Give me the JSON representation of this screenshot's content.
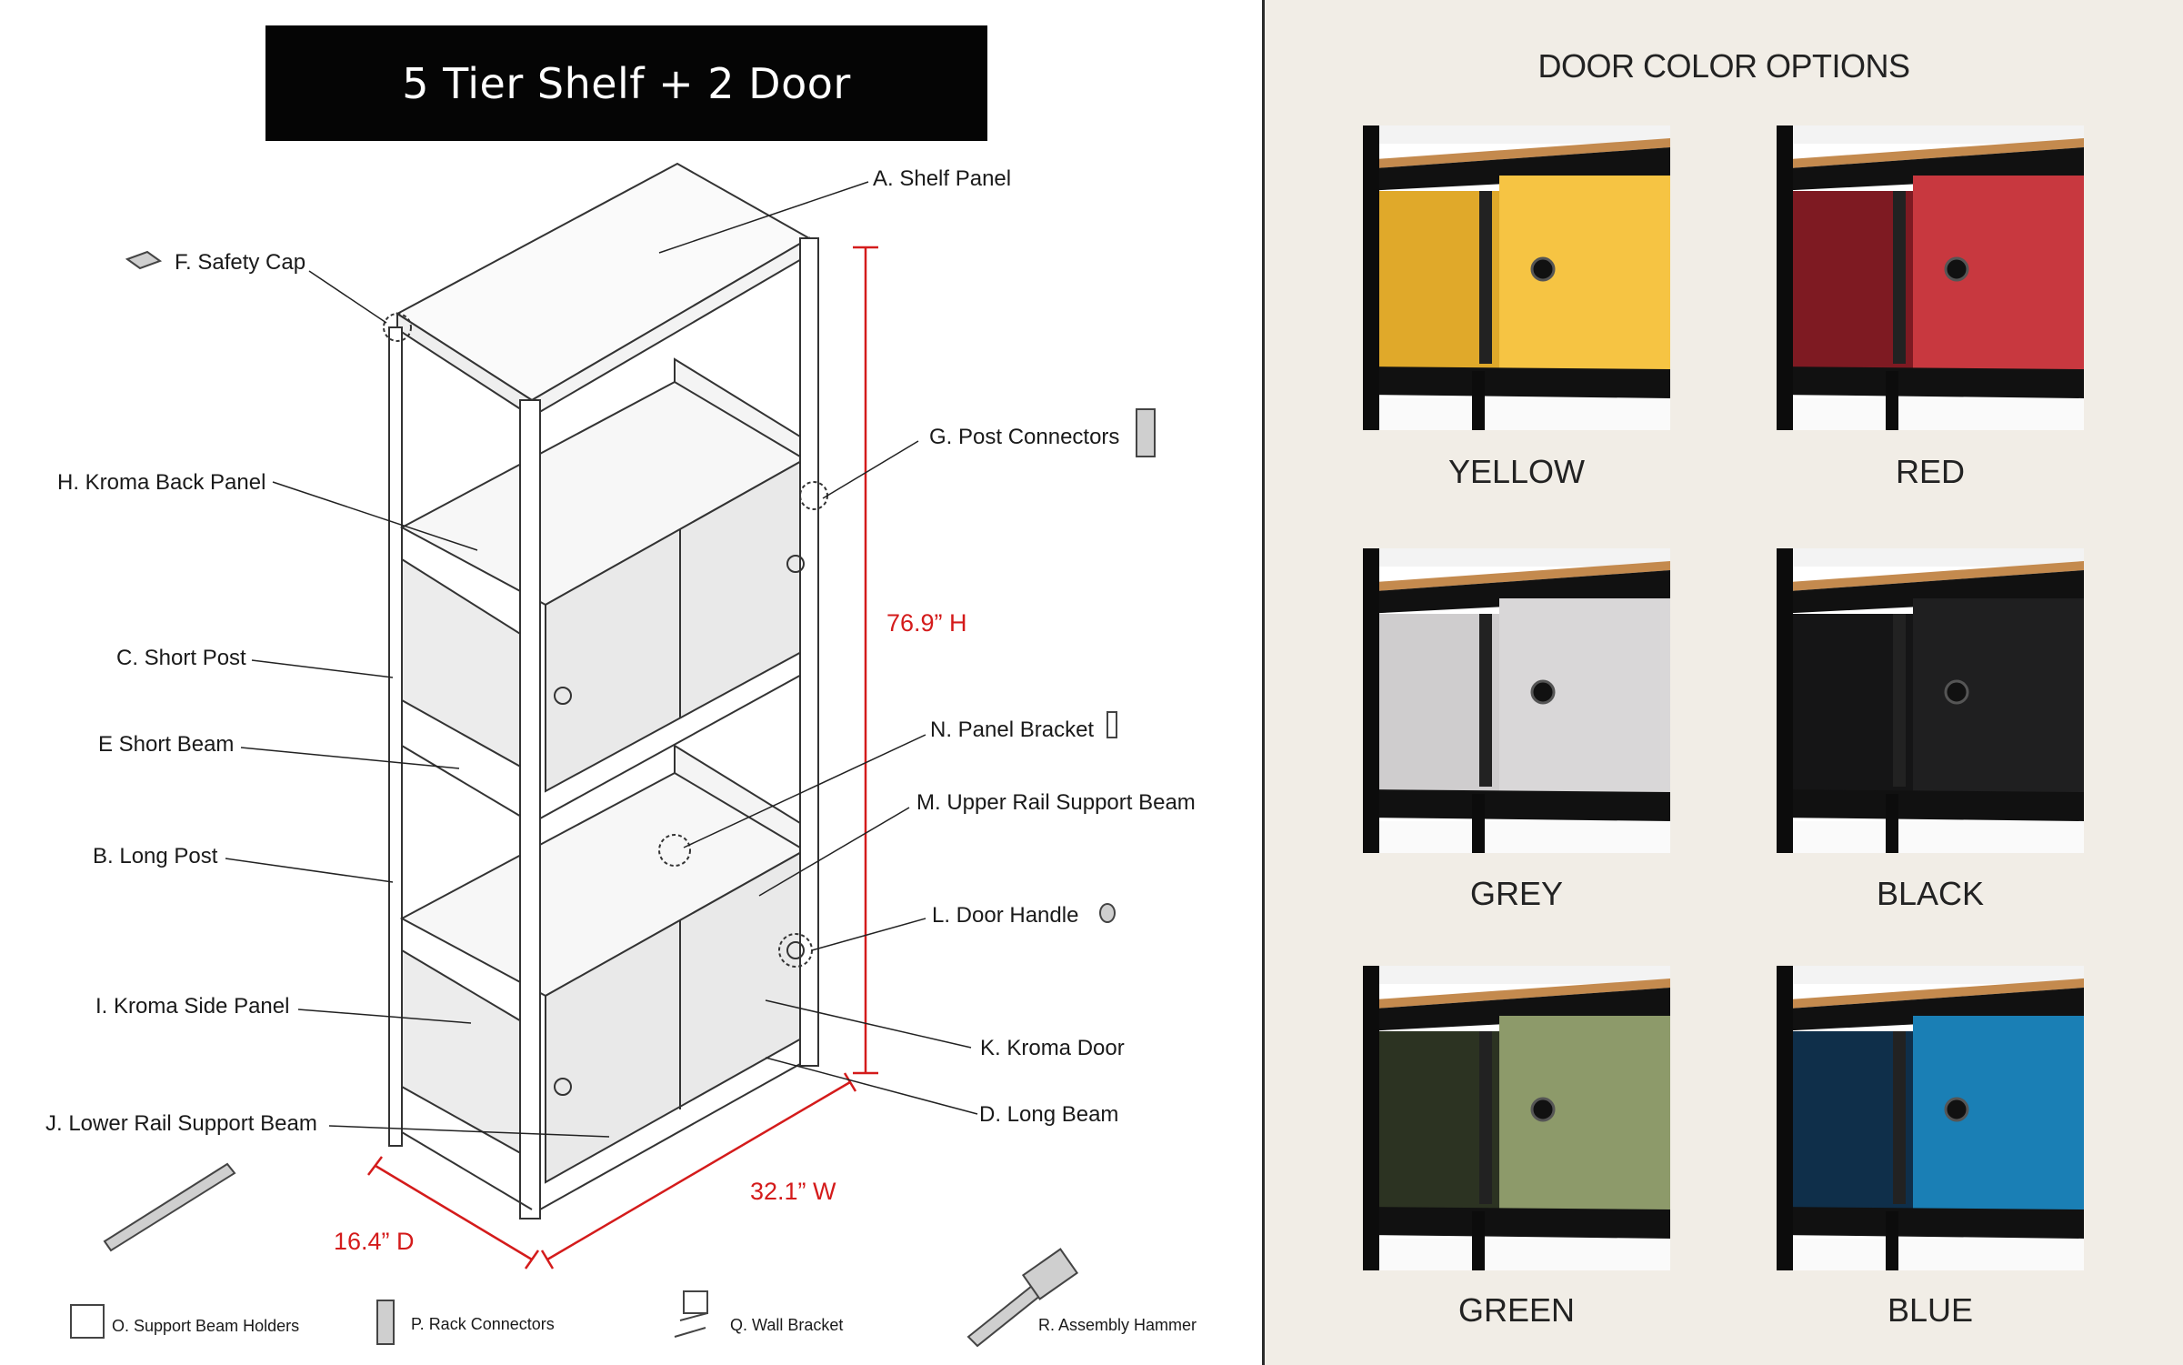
{
  "title": "5 Tier Shelf + 2 Door",
  "parts": {
    "a": "A. Shelf Panel",
    "f": "F. Safety Cap",
    "g": "G. Post Connectors",
    "h": "H. Kroma Back Panel",
    "c": "C. Short Post",
    "e": "E Short Beam",
    "n": "N. Panel Bracket",
    "m": "M. Upper Rail Support Beam",
    "b": "B. Long Post",
    "l": "L. Door Handle",
    "i": "I. Kroma Side Panel",
    "k": "K. Kroma Door",
    "j": "J. Lower Rail Support Beam",
    "d": "D. Long Beam"
  },
  "dimensions": {
    "height": "76.9” H",
    "width": "32.1” W",
    "depth": "16.4” D"
  },
  "tools": {
    "o": "O. Support Beam Holders",
    "p": "P. Rack Connectors",
    "q": "Q. Wall Bracket",
    "r": "R. Assembly Hammer"
  },
  "color_options": {
    "title": "DOOR COLOR OPTIONS",
    "items": [
      {
        "name": "YELLOW",
        "color": "#f6c443",
        "inner": "#e0a92a"
      },
      {
        "name": "RED",
        "color": "#c8383f",
        "inner": "#7e1a22"
      },
      {
        "name": "GREY",
        "color": "#d9d7d8",
        "inner": "#cfcdce"
      },
      {
        "name": "BLACK",
        "color": "#1f1f20",
        "inner": "#151516"
      },
      {
        "name": "GREEN",
        "color": "#8d9a6a",
        "inner": "#2c3322"
      },
      {
        "name": "BLUE",
        "color": "#1a7fb5",
        "inner": "#0f2f4a"
      }
    ]
  },
  "accent_color": "#d41b1b"
}
